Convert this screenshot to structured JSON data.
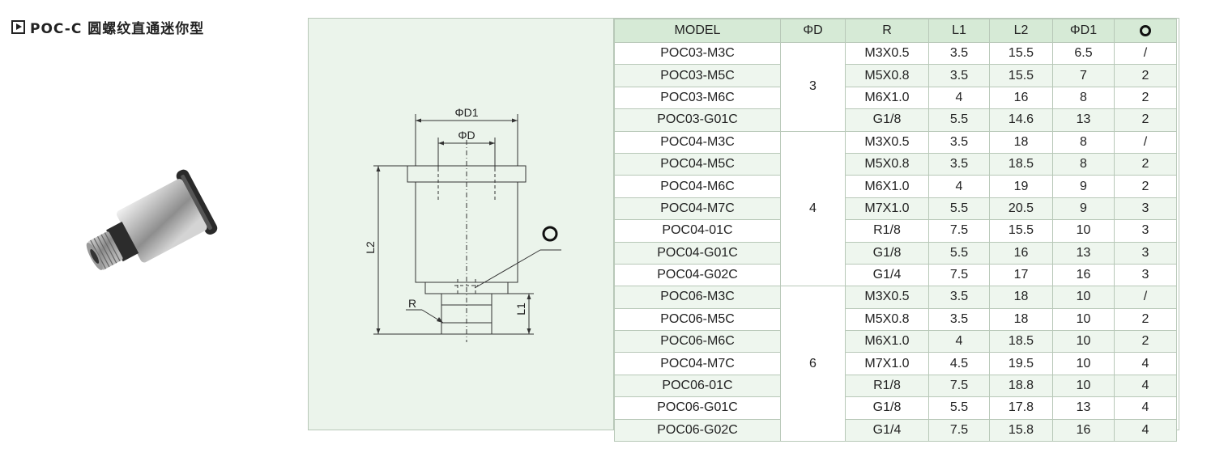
{
  "title": "POC-C 圆螺纹直通迷你型",
  "drawing_labels": {
    "d1": "ΦD1",
    "d": "ΦD",
    "l2": "L2",
    "l1": "L1",
    "r": "R"
  },
  "table": {
    "headers": [
      "MODEL",
      "ΦD",
      "R",
      "L1",
      "L2",
      "ΦD1"
    ],
    "last_header_icon": "o-ring-icon",
    "groups": [
      {
        "d": "3",
        "rows": [
          [
            "POC03-M3C",
            "M3X0.5",
            "3.5",
            "15.5",
            "6.5",
            "/"
          ],
          [
            "POC03-M5C",
            "M5X0.8",
            "3.5",
            "15.5",
            "7",
            "2"
          ],
          [
            "POC03-M6C",
            "M6X1.0",
            "4",
            "16",
            "8",
            "2"
          ],
          [
            "POC03-G01C",
            "G1/8",
            "5.5",
            "14.6",
            "13",
            "2"
          ]
        ]
      },
      {
        "d": "4",
        "rows": [
          [
            "POC04-M3C",
            "M3X0.5",
            "3.5",
            "18",
            "8",
            "/"
          ],
          [
            "POC04-M5C",
            "M5X0.8",
            "3.5",
            "18.5",
            "8",
            "2"
          ],
          [
            "POC04-M6C",
            "M6X1.0",
            "4",
            "19",
            "9",
            "2"
          ],
          [
            "POC04-M7C",
            "M7X1.0",
            "5.5",
            "20.5",
            "9",
            "3"
          ],
          [
            "POC04-01C",
            "R1/8",
            "7.5",
            "15.5",
            "10",
            "3"
          ],
          [
            "POC04-G01C",
            "G1/8",
            "5.5",
            "16",
            "13",
            "3"
          ],
          [
            "POC04-G02C",
            "G1/4",
            "7.5",
            "17",
            "16",
            "3"
          ]
        ]
      },
      {
        "d": "6",
        "rows": [
          [
            "POC06-M3C",
            "M3X0.5",
            "3.5",
            "18",
            "10",
            "/"
          ],
          [
            "POC06-M5C",
            "M5X0.8",
            "3.5",
            "18",
            "10",
            "2"
          ],
          [
            "POC06-M6C",
            "M6X1.0",
            "4",
            "18.5",
            "10",
            "2"
          ],
          [
            "POC04-M7C",
            "M7X1.0",
            "4.5",
            "19.5",
            "10",
            "4"
          ],
          [
            "POC06-01C",
            "R1/8",
            "7.5",
            "18.8",
            "10",
            "4"
          ],
          [
            "POC06-G01C",
            "G1/8",
            "5.5",
            "17.8",
            "13",
            "4"
          ],
          [
            "POC06-G02C",
            "G1/4",
            "7.5",
            "15.8",
            "16",
            "4"
          ]
        ]
      }
    ]
  }
}
